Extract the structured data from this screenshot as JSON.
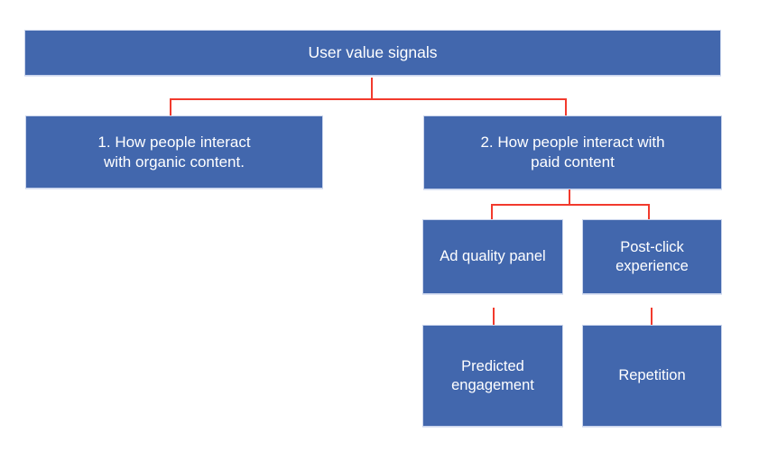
{
  "colors": {
    "background": "#ffffff",
    "node_fill": "#4267ad",
    "node_border": "#c9d4ec",
    "connector": "#f23a2d",
    "node_text": "#ffffff"
  },
  "diagram": {
    "type": "org-chart",
    "nodes": {
      "root": {
        "lines": [
          "User value signals"
        ]
      },
      "organic": {
        "lines": [
          "1. How people interact",
          "with organic content."
        ]
      },
      "paid": {
        "lines": [
          "2. How people interact with",
          "paid content"
        ]
      },
      "ad_quality_panel": {
        "lines": [
          "Ad quality panel"
        ]
      },
      "post_click_experience": {
        "lines": [
          "Post-click",
          "experience"
        ]
      },
      "predicted_engagement": {
        "lines": [
          "Predicted",
          "engagement"
        ]
      },
      "repetition": {
        "lines": [
          "Repetition"
        ]
      }
    },
    "edges": [
      [
        "root",
        "organic"
      ],
      [
        "root",
        "paid"
      ],
      [
        "paid",
        "ad_quality_panel"
      ],
      [
        "paid",
        "post_click_experience"
      ],
      [
        "ad_quality_panel",
        "predicted_engagement"
      ],
      [
        "post_click_experience",
        "repetition"
      ]
    ]
  }
}
